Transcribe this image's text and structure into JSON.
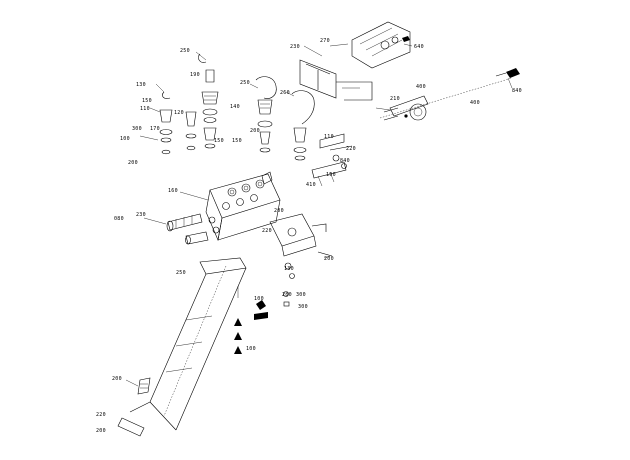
{
  "diagram": {
    "type": "exploded-parts-view",
    "callouts": [
      "250",
      "230",
      "270",
      "640",
      "250",
      "260",
      "130",
      "400",
      "840",
      "190",
      "110",
      "120",
      "140",
      "100",
      "150",
      "150",
      "210",
      "110",
      "220",
      "400",
      "190",
      "410",
      "200",
      "160",
      "080",
      "230",
      "200",
      "220",
      "200",
      "250",
      "130",
      "280",
      "300",
      "300",
      "100",
      "200",
      "220",
      "200",
      "300",
      "150",
      "200",
      "100",
      "840",
      "170"
    ]
  }
}
